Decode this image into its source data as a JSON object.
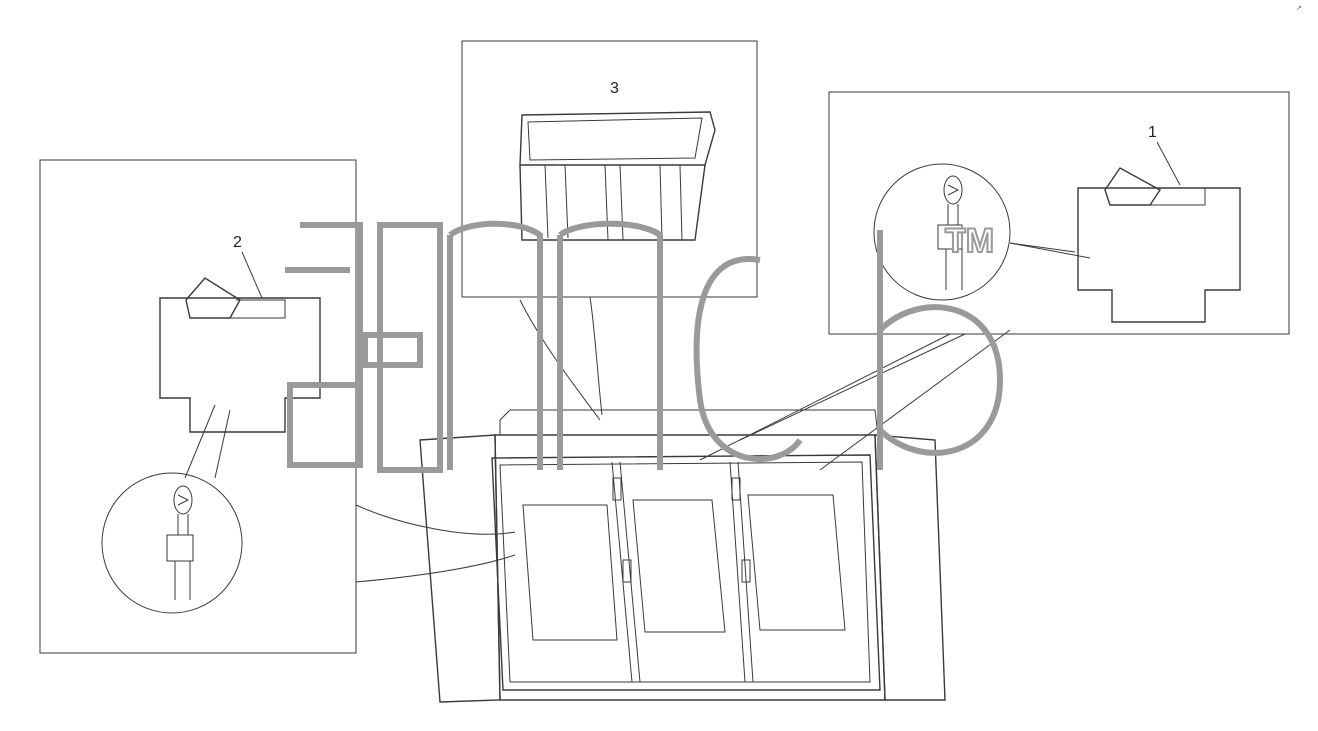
{
  "callouts": [
    {
      "id": "1",
      "label": "1"
    },
    {
      "id": "2",
      "label": "2"
    },
    {
      "id": "3",
      "label": "3"
    }
  ],
  "watermark": {
    "tm": "TM"
  }
}
